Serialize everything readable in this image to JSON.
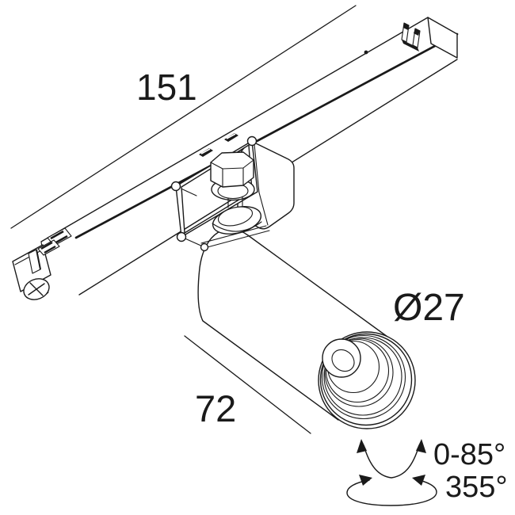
{
  "drawing": {
    "type": "luminaire technical line drawing",
    "labels": {
      "track_length": "151",
      "head_diameter": "Ø27",
      "body_length": "72",
      "tilt_angle": "0-85°",
      "rotation_angle": "355°"
    },
    "colors": {
      "line": "#1a1a1a",
      "background": "#ffffff"
    }
  }
}
